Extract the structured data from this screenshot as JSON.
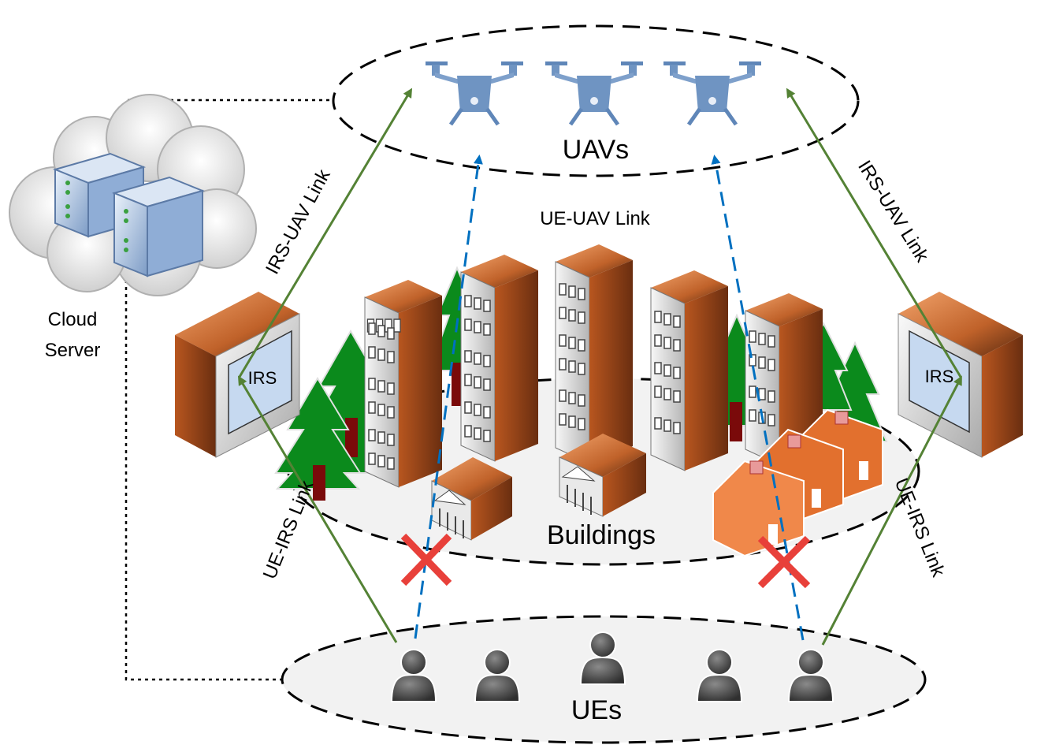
{
  "labels": {
    "uavs": "UAVs",
    "buildings": "Buildings",
    "ues": "UEs",
    "ue_uav_link": "UE-UAV Link",
    "irs_uav_link_left": "IRS-UAV Link",
    "irs_uav_link_right": "IRS-UAV Link",
    "ue_irs_link_left": "UE-IRS Link",
    "ue_irs_link_right": "UE-IRS Link",
    "cloud_server_line1": "Cloud",
    "cloud_server_line2": "Server",
    "irs_left": "IRS",
    "irs_right": "IRS"
  },
  "colors": {
    "irs_uav_link": "#548235",
    "ue_uav_link": "#0070c0",
    "blocked_mark": "#e8403a",
    "uav_body": "#6f94c2",
    "building_orange": "#c0622a",
    "tree_green": "#0b8a1c",
    "user_gray": "#4a4a4a"
  },
  "icons": {
    "uav": "drone-icon",
    "building": "building-icon",
    "tree": "tree-icon",
    "user": "user-icon",
    "irs": "irs-panel-icon",
    "server": "cloud-server-icon",
    "blocked": "blocked-x-icon"
  }
}
